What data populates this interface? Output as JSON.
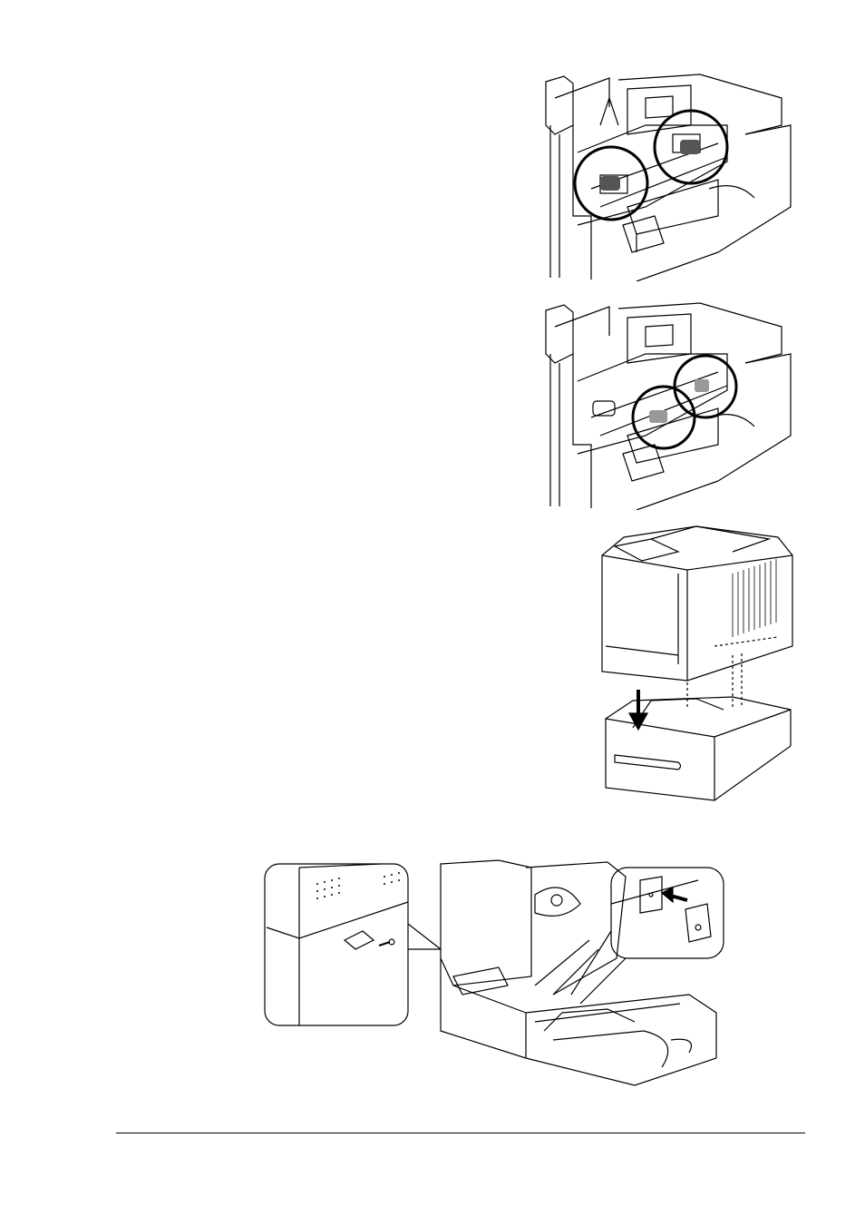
{
  "figures": [
    {
      "id": "rollers-top",
      "highlight_icon": "circle-highlight-icon"
    },
    {
      "id": "rollers-mid",
      "highlight_icon": "circle-highlight-icon"
    },
    {
      "id": "printer-tray",
      "action_icon": "down-arrow-icon"
    },
    {
      "id": "install-detail",
      "action_icon": "insert-arrow-icon"
    }
  ],
  "colors": {
    "line": "#000000",
    "background": "#ffffff",
    "highlight": "#000000"
  }
}
